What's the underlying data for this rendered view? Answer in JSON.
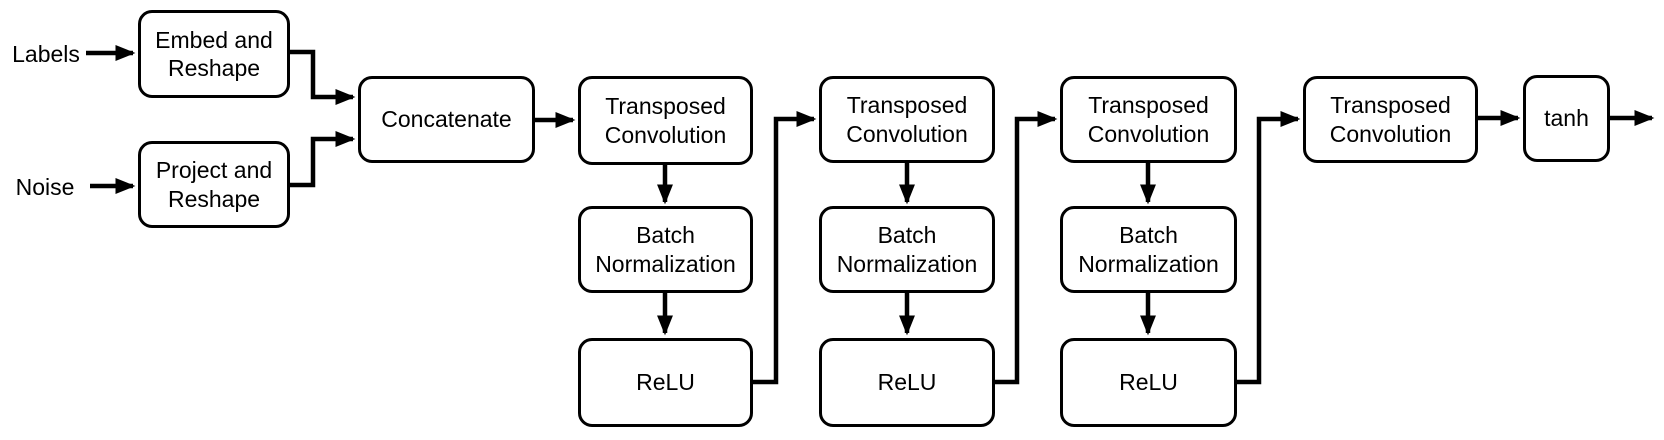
{
  "inputs": {
    "labels": "Labels",
    "noise": "Noise"
  },
  "nodes": {
    "embed_reshape": "Embed and\nReshape",
    "project_reshape": "Project and\nReshape",
    "concatenate": "Concatenate",
    "transposed_conv_1": "Transposed\nConvolution",
    "batch_norm_1": "Batch\nNormalization",
    "relu_1": "ReLU",
    "transposed_conv_2": "Transposed\nConvolution",
    "batch_norm_2": "Batch\nNormalization",
    "relu_2": "ReLU",
    "transposed_conv_3": "Transposed\nConvolution",
    "batch_norm_3": "Batch\nNormalization",
    "relu_3": "ReLU",
    "transposed_conv_4": "Transposed\nConvolution",
    "tanh": "tanh"
  },
  "colors": {
    "line": "#000000",
    "box_border": "#000000",
    "box_fill": "#ffffff",
    "background": "#ffffff",
    "text": "#000000"
  }
}
